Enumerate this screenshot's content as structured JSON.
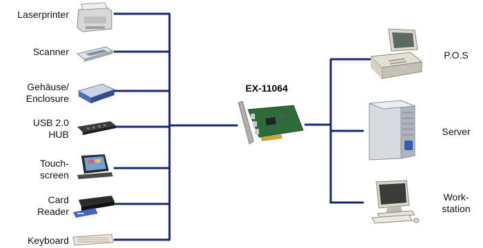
{
  "diagram": {
    "card": {
      "label": "EX-11064"
    },
    "left_devices": [
      {
        "id": "laserprinter",
        "label": "Laserprinter",
        "icon": "laser-printer-icon"
      },
      {
        "id": "scanner",
        "label": "Scanner",
        "icon": "scanner-icon"
      },
      {
        "id": "enclosure",
        "label_line1": "Gehäuse/",
        "label_line2": "Enclosure",
        "icon": "enclosure-icon"
      },
      {
        "id": "usb-hub",
        "label_line1": "USB 2.0",
        "label_line2": "HUB",
        "icon": "usb-hub-icon"
      },
      {
        "id": "touchscreen",
        "label_line1": "Touch-",
        "label_line2": "screen",
        "icon": "touchscreen-icon"
      },
      {
        "id": "card-reader",
        "label_line1": "Card",
        "label_line2": "Reader",
        "icon": "card-reader-icon"
      },
      {
        "id": "keyboard",
        "label": "Keyboard",
        "icon": "keyboard-icon"
      }
    ],
    "right_devices": [
      {
        "id": "pos",
        "label": "P.O.S",
        "icon": "pos-terminal-icon"
      },
      {
        "id": "server",
        "label": "Server",
        "icon": "server-tower-icon"
      },
      {
        "id": "workstation",
        "label_line1": "Work-",
        "label_line2": "station",
        "icon": "workstation-icon"
      }
    ],
    "colors": {
      "line": "#1a237e",
      "card_pcb": "#2e6b3a",
      "card_bracket": "#b0b0b0"
    }
  }
}
